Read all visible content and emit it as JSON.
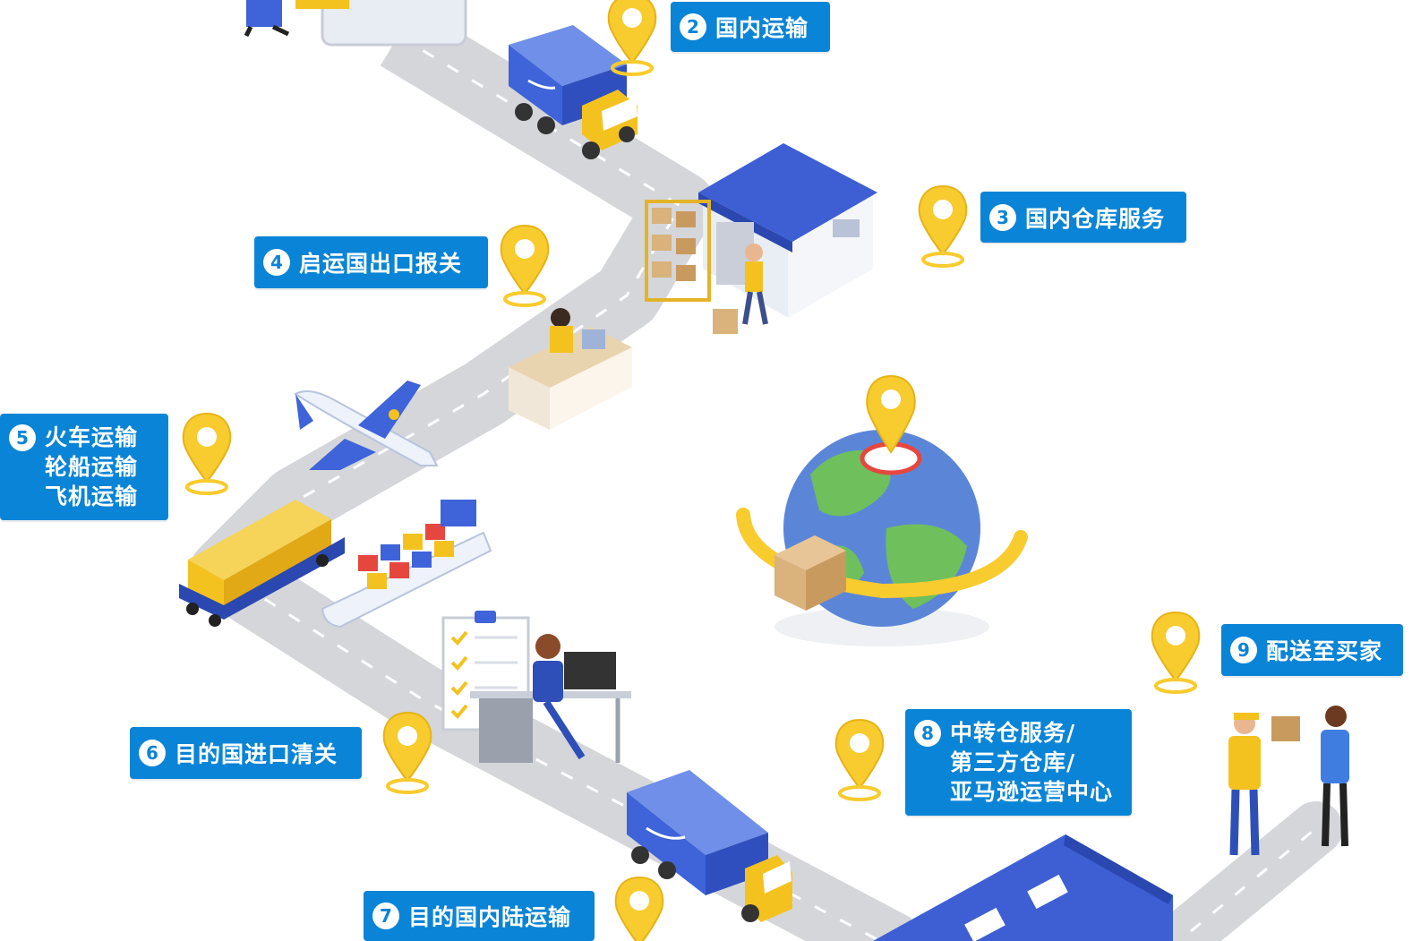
{
  "colors": {
    "label_bg": "#0a84d6",
    "road": "#d4d6da",
    "truck_blue": "#3f63d8",
    "truck_cab": "#f4c21f",
    "pin_yellow": "#f8cb2e",
    "warehouse_roof": "#3e5fd4",
    "globe_ocean": "#5b86d8",
    "globe_land": "#6fbf5c"
  },
  "steps": [
    {
      "num": "2",
      "label": "国内运输"
    },
    {
      "num": "3",
      "label": "国内仓库服务"
    },
    {
      "num": "4",
      "label": "启运国出口报关"
    },
    {
      "num": "5",
      "lines": [
        "火车运输",
        "轮船运输",
        "飞机运输"
      ]
    },
    {
      "num": "6",
      "label": "目的国进口清关"
    },
    {
      "num": "7",
      "label": "目的国内陆运输"
    },
    {
      "num": "8",
      "lines": [
        "中转仓服务/",
        "第三方仓库/",
        "亚马逊运营中心"
      ]
    },
    {
      "num": "9",
      "label": "配送至买家"
    }
  ],
  "icons": {
    "pin": "location-pin-icon",
    "truck": "delivery-truck-icon",
    "warehouse": "warehouse-icon",
    "plane": "airplane-icon",
    "ship": "cargo-ship-icon",
    "train": "freight-train-icon",
    "globe": "globe-icon",
    "checklist": "checklist-icon"
  }
}
